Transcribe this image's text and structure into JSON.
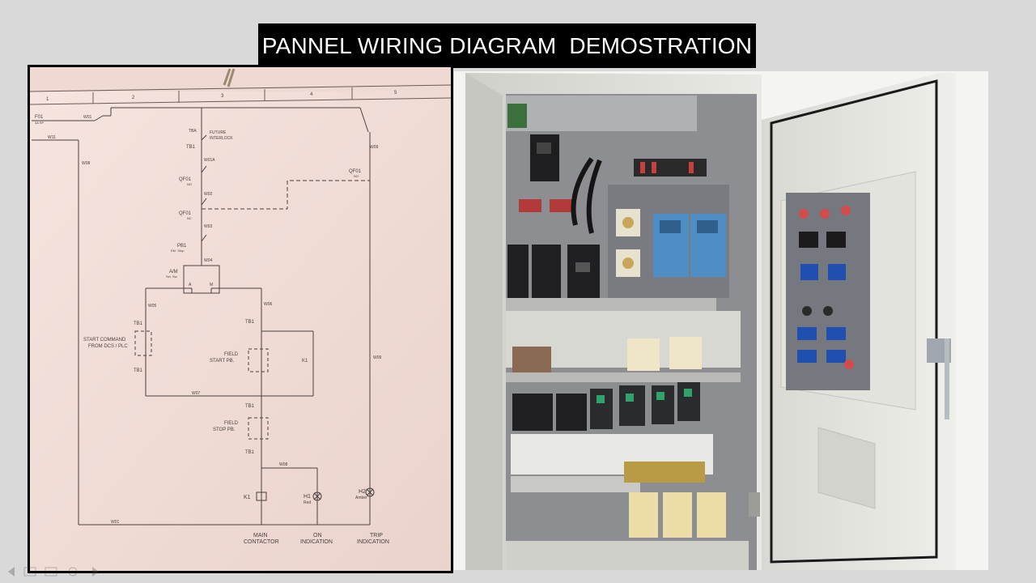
{
  "slide": {
    "title": "PANNEL WIRING DIAGRAM  DEMOSTRATION"
  },
  "diagram": {
    "column_numbers": [
      "1",
      "2",
      "3",
      "4",
      "5"
    ],
    "labels": {
      "f01": "F01",
      "f01_rating": "4A SP",
      "w01": "W01",
      "w02": "W02",
      "w03": "W03",
      "w04": "W04",
      "w05": "W05",
      "w06": "W06",
      "w07": "W07",
      "w08": "W08",
      "w09": "W09",
      "w11": "W11",
      "w01a": "W01A",
      "tba": "TBA",
      "tb1": "TB1",
      "future_interlock_1": "FUTURE",
      "future_interlock_2": "INTERLOCK",
      "qf01_a": "QF01",
      "qf01_a_sub": "NO",
      "qf01_b": "QF01",
      "qf01_b_sub": "NC",
      "qf01_c": "QF01",
      "qf01_c_sub": "NO",
      "pb1": "PB1",
      "pb1_sub": "EM. Stop",
      "am": "A/M",
      "am_sub": "Sel. Sw.",
      "am_a": "A",
      "am_m": "M",
      "start_command_1": "START COMMAND",
      "start_command_2": "FROM DCS / PLC",
      "field_start_1": "FIELD",
      "field_start_2": "START PB.",
      "field_stop_1": "FIELD",
      "field_stop_2": "STOP PB.",
      "k1_contact": "K1",
      "k1_coil": "K1",
      "h1": "H1",
      "h1_sub": "Red",
      "h2": "H2",
      "h2_sub": "Amber",
      "main_contactor_1": "MAIN",
      "main_contactor_2": "CONTACTOR",
      "on_indication_1": "ON",
      "on_indication_2": "INDICATION",
      "trip_indication_1": "TRIP",
      "trip_indication_2": "INDICATION"
    }
  },
  "colors": {
    "title_bg": "#000000",
    "title_fg": "#ffffff",
    "paper": "#f1dcd6",
    "ink": "#4a4040",
    "panel_grey": "#6c6c70",
    "vfd_blue": "#4f8ec4",
    "cabinet": "#dedfd9"
  }
}
